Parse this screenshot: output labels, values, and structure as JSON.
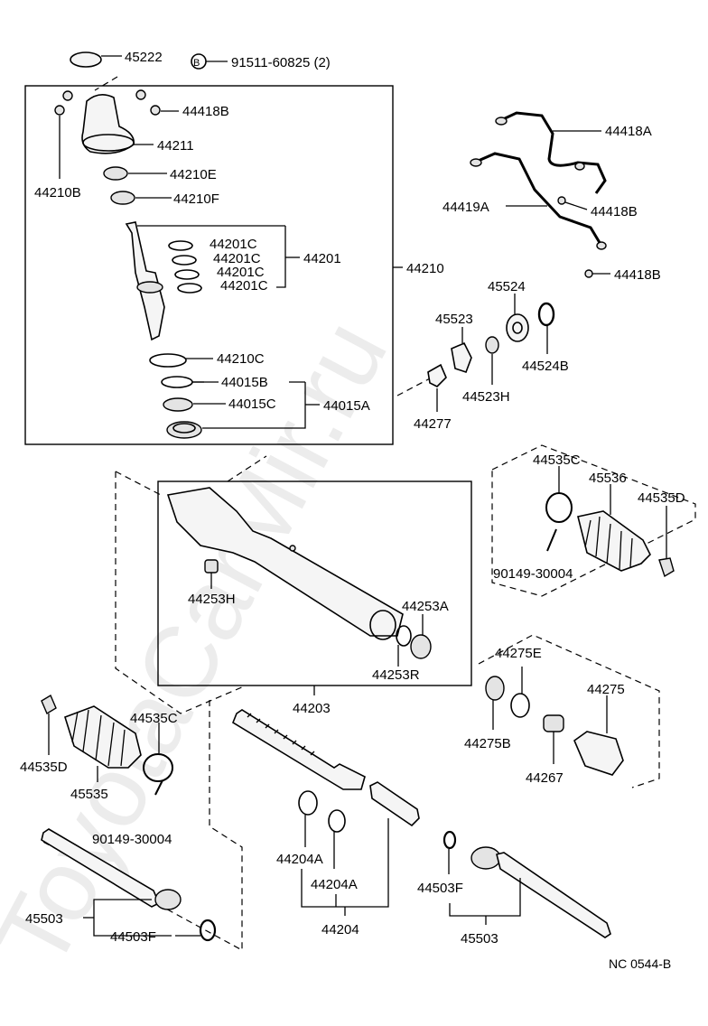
{
  "labels": {
    "p45222": "45222",
    "p91511": "91511-60825 (2)",
    "p44418B_top": "44418B",
    "p44211": "44211",
    "p44210E": "44210E",
    "p44210B": "44210B",
    "p44210F": "44210F",
    "p44201C_1": "44201C",
    "p44201C_2": "44201C",
    "p44201C_3": "44201C",
    "p44201C_4": "44201C",
    "p44201": "44201",
    "p44210": "44210",
    "p44210C": "44210C",
    "p44015B": "44015B",
    "p44015C": "44015C",
    "p44015A": "44015A",
    "p44418A": "44418A",
    "p44419A": "44419A",
    "p44418B_r1": "44418B",
    "p44418B_r2": "44418B",
    "p45524": "45524",
    "p45523": "45523",
    "p44524B": "44524B",
    "p44523H": "44523H",
    "p44277": "44277",
    "p44535C_r": "44535C",
    "p45536": "45536",
    "p44535D": "44535D",
    "p90149_r": "90149-30004",
    "p44253H": "44253H",
    "p44253A": "44253A",
    "p44253R": "44253R",
    "p44203": "44203",
    "p44275E": "44275E",
    "p44275": "44275",
    "p44275B": "44275B",
    "p44267": "44267",
    "p44535D_l": "44535D",
    "p44535C_l": "44535C",
    "p45535": "45535",
    "p90149_l": "90149-30004",
    "p44204A_1": "44204A",
    "p44204A_2": "44204A",
    "p44204": "44204",
    "p44503F_r": "44503F",
    "p45503_l": "45503",
    "p44503F_l": "44503F",
    "p45503_r": "45503",
    "diagram_code": "NC 0544-B"
  },
  "marker_symbol": "B",
  "watermark": "ToyotaCarMir.ru"
}
